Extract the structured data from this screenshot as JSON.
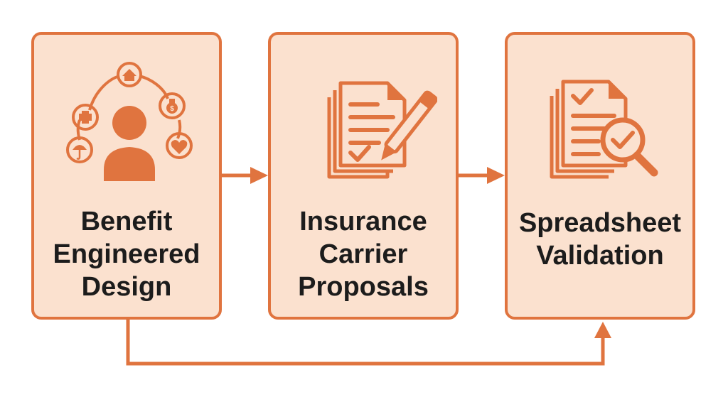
{
  "colors": {
    "accent": "#e0743f",
    "box_fill": "#fbe1cf",
    "text": "#1c1c1c",
    "background": "#ffffff"
  },
  "steps": [
    {
      "icon": "person-with-benefits-icon",
      "label_lines": [
        "Benefit",
        "Engineered",
        "Design"
      ]
    },
    {
      "icon": "documents-with-pen-icon",
      "label_lines": [
        "Insurance",
        "Carrier",
        "Proposals"
      ]
    },
    {
      "icon": "document-check-magnifier-icon",
      "label_lines": [
        "Spreadsheet",
        "Validation"
      ]
    }
  ],
  "connectors": [
    {
      "from": 1,
      "to": 2,
      "kind": "arrow"
    },
    {
      "from": 2,
      "to": 3,
      "kind": "arrow"
    },
    {
      "from": 1,
      "to": 3,
      "kind": "bypass-arrow-below"
    }
  ]
}
